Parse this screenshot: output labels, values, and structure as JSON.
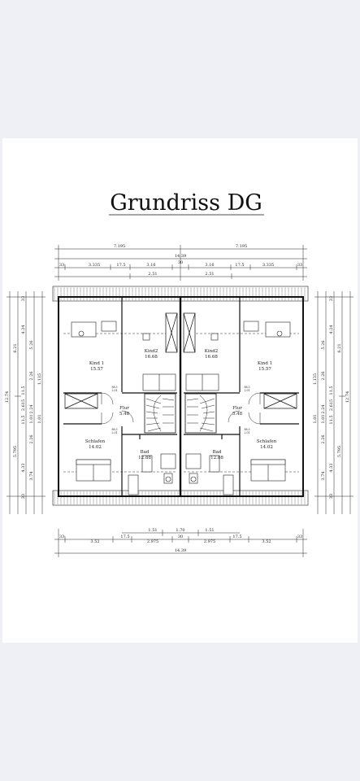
{
  "title": "Grundriss DG",
  "dims": {
    "top_halves": [
      "7.195",
      "7.195"
    ],
    "top_total": "14.39",
    "top_row": [
      "33",
      "3.335",
      "17.5",
      "3.16",
      "30",
      "3.16",
      "17.5",
      "3.335",
      "33"
    ],
    "top_inner": [
      "2.51",
      "2.51"
    ],
    "bottom_row": [
      "33",
      "3.52",
      "17.5",
      "2.975",
      "30",
      "2.975",
      "17.5",
      "3.52",
      "33"
    ],
    "bottom_inner": [
      "1.51",
      "1.70",
      "1.51"
    ],
    "bottom_total": "14.39",
    "left_total": "12.74",
    "left_upper": "6.21",
    "left_lower": "5.795",
    "left_col_a": [
      "33",
      "4.24",
      "11.5",
      "2.615",
      "11.5",
      "4.33",
      "33"
    ],
    "left_col_b": [
      "5.26",
      "2.26",
      "2.24",
      "1.01",
      "2.26",
      "3.74"
    ],
    "left_col_c": [
      "1.135",
      "1.01"
    ],
    "right_total": "12.74",
    "right_upper": "6.21",
    "right_lower": "5.795",
    "right_col_a": [
      "33",
      "4.24",
      "11.5",
      "2.615",
      "11.5",
      "4.33",
      "33"
    ],
    "right_col_b": [
      "5.26",
      "2.26",
      "2.24",
      "1.01",
      "2.26",
      "3.74"
    ],
    "right_col_c": [
      "1.135",
      "1.01"
    ]
  },
  "rooms": {
    "kind1_left": {
      "name": "Kind 1",
      "area": "15.57"
    },
    "kind2_left": {
      "name": "Kind2",
      "area": "16.68"
    },
    "kind2_right": {
      "name": "Kind2",
      "area": "16.68"
    },
    "kind1_right": {
      "name": "Kind 1",
      "area": "15.57"
    },
    "flur_left": {
      "name": "Flur",
      "area": "5.48"
    },
    "flur_right": {
      "name": "Flur",
      "area": "5.48"
    },
    "schlafen_left": {
      "name": "Schlafen",
      "area": "14.02"
    },
    "schlafen_right": {
      "name": "Schlafen",
      "area": "14.02"
    },
    "bad_left": {
      "name": "Bad",
      "area": "12.88"
    },
    "bad_right": {
      "name": "Bad",
      "area": "12.88"
    }
  },
  "door_tags": {
    "a": [
      "88.5",
      "2.01"
    ],
    "b": [
      "88.5",
      "2.01"
    ],
    "c": [
      "88.5",
      "2.01"
    ],
    "d": [
      "88.5",
      "2.01"
    ]
  }
}
